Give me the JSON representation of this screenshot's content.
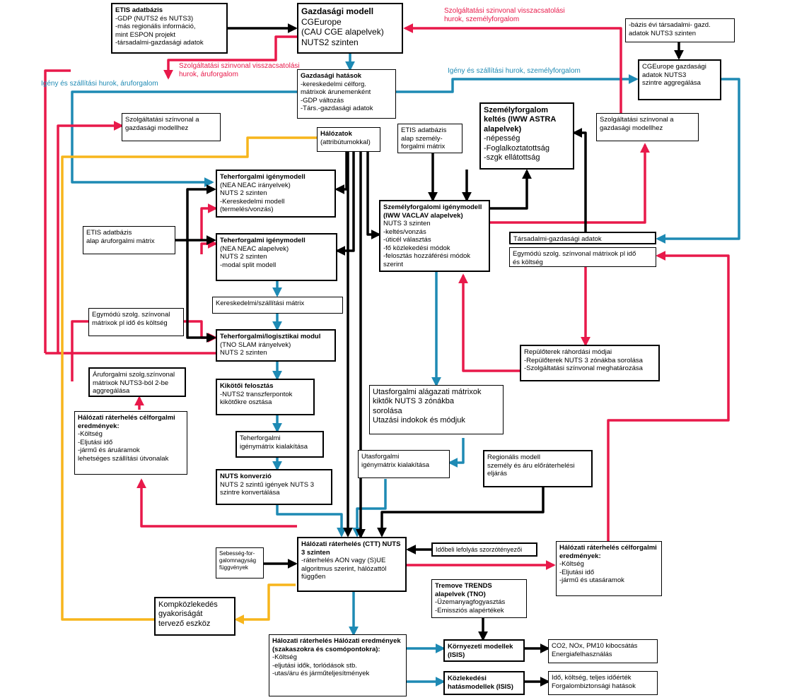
{
  "colors": {
    "black": "#000000",
    "red": "#e8194a",
    "blue": "#1e8ab4",
    "yellow": "#f7b51c"
  },
  "labels": {
    "red_top": [
      "Szolgáltatási szinvonal visszacsatolási",
      "hurok, személyforgalom"
    ],
    "red_left": [
      "Szolgáltatási szinvonal visszacsatolási",
      "hurok, áruforgalom"
    ],
    "blue_right": "Igény és szállítási hurok, személyforgalom",
    "blue_left": "Igény és szállítási hurok, áruforgalom"
  },
  "boxes": {
    "etis_top": {
      "title": "ETIS adatbázis",
      "lines": [
        "-GDP (NUTS2 és NUTS3)",
        "-más regionális információ,",
        "mint ESPON projekt",
        "-társadalmi-gazdasági adatok"
      ]
    },
    "gazd_modell": {
      "title": "Gazdasági modell",
      "lines": [
        "CGEurope",
        "(CAU CGE alapelvek)",
        "NUTS2 szinten"
      ]
    },
    "bazis_evi": {
      "title": "",
      "lines": [
        "-bázis évi társadalmi- gazd.",
        "adatok NUTS3 szinten"
      ]
    },
    "gazd_hatasok": {
      "title": "Gazdasági hatások",
      "lines": [
        "-kereskedelmi célforg.",
        "mátrixok árunemenként",
        "-GDP változás",
        "-Társ.-gazdasági adatok"
      ]
    },
    "cgeurope_aggr": {
      "title": "",
      "lines": [
        "CGEurope gazdasági",
        "adatok NUTS3",
        "szintre aggregálása"
      ]
    },
    "szolg_left": {
      "title": "",
      "lines": [
        "Szolgáltatási színvonal a",
        "gazdasági modellhez"
      ]
    },
    "szolg_right": {
      "title": "",
      "lines": [
        "Szolgáltatási színvonal a",
        "gazdasági modellhez"
      ]
    },
    "halozatok": {
      "title": "Hálózatok",
      "lines": [
        "(attribútumokkal)"
      ]
    },
    "etis_szem": {
      "title": "",
      "lines": [
        "ETIS adatbázis",
        "alap személy-",
        "forgalmi mátrix"
      ]
    },
    "szem_keltes": {
      "title": "Személyforgalom keltés (IWW ASTRA alapelvek)",
      "lines": [
        "-népesség",
        "-Foglalkoztatottság",
        "-szgk ellátottság"
      ]
    },
    "teher_igeny1": {
      "title": "Teherforgalmi igénymodell",
      "lines": [
        "(NEA NEAC irányelvek)",
        "NUTS 2 szinten",
        "-Kereskedelmi modell",
        "(termelés/vonzás)"
      ]
    },
    "etis_aru": {
      "title": "",
      "lines": [
        "ETIS adatbázis",
        "alap áruforgalmi mátrix"
      ]
    },
    "szem_igeny": {
      "title": "Személyforgalomi igénymodell (IWW VACLAV alapelvek)",
      "lines": [
        "NUTS 3 szinten",
        "-keltés/vonzás",
        "-úticél választás",
        "-fő közlekedési módok",
        "-felosztás hozzáférési módok",
        "szerint"
      ]
    },
    "tars_gazd": {
      "title": "",
      "lines": [
        "Társadalmi-gazdasági adatok"
      ]
    },
    "egymodu_right": {
      "title": "",
      "lines": [
        "Egymódú szolg. színvonal mátrixok pl idő",
        "és költség"
      ]
    },
    "teher_igeny2": {
      "title": "Teherforgalmi igénymodell",
      "lines": [
        "(NEA NEAC alapelvek)",
        "NUTS 2 szinten",
        "-modal split modell"
      ]
    },
    "keresk_matrix": {
      "title": "",
      "lines": [
        "Kereskedelmi/szállítási mátrix"
      ]
    },
    "egymodu_left": {
      "title": "",
      "lines": [
        "Egymódú szolg. színvonal",
        "mátrixok pl idő és költség"
      ]
    },
    "logiszt": {
      "title": "Teherforgalmi/logisztikai modul",
      "lines": [
        "(TNO SLAM irányelvek)",
        "NUTS 2 szinten"
      ]
    },
    "repuloterek": {
      "title": "",
      "lines": [
        "Repülőterek ráhordási módjai",
        "-Repülőterek NUTS 3 zónákba sorolása",
        "-Szolgáltatási színvonal meghatározása"
      ]
    },
    "aru_szolg": {
      "title": "",
      "lines": [
        "Áruforgalmi szolg.színvonal",
        "mátrixok NUTS3-ból 2-be",
        "aggregálása"
      ]
    },
    "kikotoi": {
      "title": "Kikötői felosztás",
      "lines": [
        "-NUTS2 transzferpontok",
        "kikötőkre osztása"
      ]
    },
    "utas_alag": {
      "title": "",
      "lines": [
        "Utasforgalmi alágazati mátrixok",
        "kiktők NUTS 3 zónákba",
        "sorolása",
        "Utazási indokok és módjuk"
      ]
    },
    "halozati_left": {
      "title": "Hálózati ráterhelés célforgalmi eredmények:",
      "lines": [
        "-Költség",
        "-Eljutási idő",
        "-jármű és áruáramok",
        "lehetséges szállítási útvonalak"
      ]
    },
    "teher_matrix": {
      "title": "",
      "lines": [
        "Teherforgalmi",
        "igénymátrix kialakítása"
      ]
    },
    "utas_igeny": {
      "title": "",
      "lines": [
        "Utasforgalmi",
        "igénymátrix kialakítása"
      ]
    },
    "regionalis": {
      "title": "",
      "lines": [
        "Regionális modell",
        "személy és áru  előráterhelési",
        "eljárás"
      ]
    },
    "nuts_konv": {
      "title": "NUTS konverzió",
      "lines": [
        "NUTS 2 szintű igények NUTS 3",
        "szintre konvertálása"
      ]
    },
    "sebesseg": {
      "title": "",
      "lines": [
        "Sebesség-for-",
        "galomnagyság",
        "függvények"
      ]
    },
    "halozati_ctt": {
      "title": "Hálózati ráterhelés (CTT) NUTS 3 szinten",
      "lines": [
        "-ráterhelés AON vagy (S)UE",
        "algoritmus szerint, hálózattól",
        "függően"
      ]
    },
    "idobeli": {
      "title": "",
      "lines": [
        "Időbeli lefolyás szorzótényezői"
      ]
    },
    "halozati_right": {
      "title": "Hálózati ráterhelés célforgalmi eredmények:",
      "lines": [
        "-Költség",
        "-Eljutási idő",
        "-jármű és utasáramok"
      ]
    },
    "tremove": {
      "title": "Tremove TRENDS alapelvek (TNO)",
      "lines": [
        "-Üzemanyagfogyasztás",
        "-Emissziós alapértékek"
      ]
    },
    "kompk": {
      "title": "",
      "lines": [
        "Kompközlekedés",
        "gyakoriságát",
        "tervező eszköz"
      ]
    },
    "halozati_bottom": {
      "title": "Hálozati ráterhelés Hálózati eredmények (szakaszokra és csomópontokra):",
      "lines": [
        "-Költség",
        "-eljutási idők, torlódások stb.",
        "-utas/áru és járműteljesítmények"
      ]
    },
    "kornyezeti": {
      "title": "Környezeti modellek (ISIS)",
      "lines": []
    },
    "co2": {
      "title": "",
      "lines": [
        "CO2, NOx, PM10 kibocsátás",
        "Energiafelhasználás"
      ]
    },
    "kozlek_hatas": {
      "title": "Közlekedési hatásmodellek (ISIS)",
      "lines": []
    },
    "ido_koltseg": {
      "title": "",
      "lines": [
        "Idő, költség, teljes időérték",
        "Forgalombiztonsági hatások"
      ]
    }
  }
}
